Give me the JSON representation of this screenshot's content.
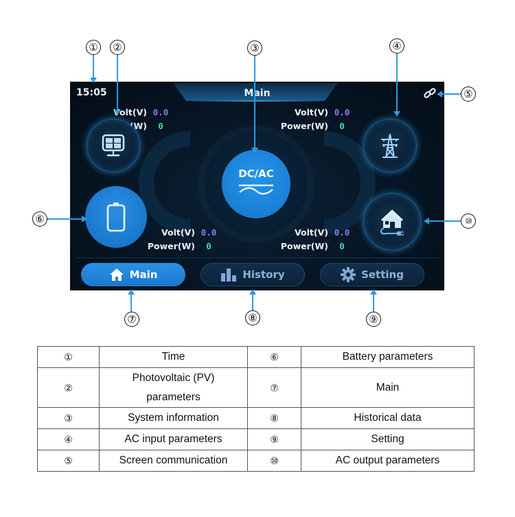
{
  "screen": {
    "time": "15:05",
    "title": "Main",
    "connection_icon": "link-icon",
    "pv": {
      "volt_label": "Volt(V)",
      "volt_value": "0.0",
      "power_label": "Power(W)",
      "power_value": "0"
    },
    "grid": {
      "volt_label": "Volt(V)",
      "volt_value": "0.0",
      "power_label": "Power(W)",
      "power_value": "0"
    },
    "battery": {
      "volt_label": "Volt(V)",
      "volt_value": "0.0",
      "power_label": "Power(W)",
      "power_value": "0"
    },
    "load": {
      "volt_label": "Volt(V)",
      "volt_value": "0.0",
      "power_label": "Power(W)",
      "power_value": "0"
    },
    "inverter_label": "DC/AC",
    "nav": [
      {
        "label": "Main",
        "icon": "home-icon",
        "active": true
      },
      {
        "label": "History",
        "icon": "bar-chart-icon",
        "active": false
      },
      {
        "label": "Setting",
        "icon": "gear-icon",
        "active": false
      }
    ],
    "colors": {
      "accent": "#1b7fd6",
      "volt_value": "#8a7cf0",
      "power_value": "#3fe0a8",
      "background": "#061524"
    }
  },
  "callouts": [
    "①",
    "②",
    "③",
    "④",
    "⑤",
    "⑥",
    "⑦",
    "⑧",
    "⑨",
    "⑩"
  ],
  "legend": {
    "rows": [
      {
        "left_num": "①",
        "left_text": "Time",
        "right_num": "⑥",
        "right_text": "Battery parameters"
      },
      {
        "left_num": "②",
        "left_text": "Photovoltaic (PV) parameters",
        "right_num": "⑦",
        "right_text": "Main"
      },
      {
        "left_num": "③",
        "left_text": "System information",
        "right_num": "⑧",
        "right_text": "Historical data"
      },
      {
        "left_num": "④",
        "left_text": "AC input parameters",
        "right_num": "⑨",
        "right_text": "Setting"
      },
      {
        "left_num": "⑤",
        "left_text": "Screen communication",
        "right_num": "⑩",
        "right_text": "AC output parameters"
      }
    ]
  }
}
